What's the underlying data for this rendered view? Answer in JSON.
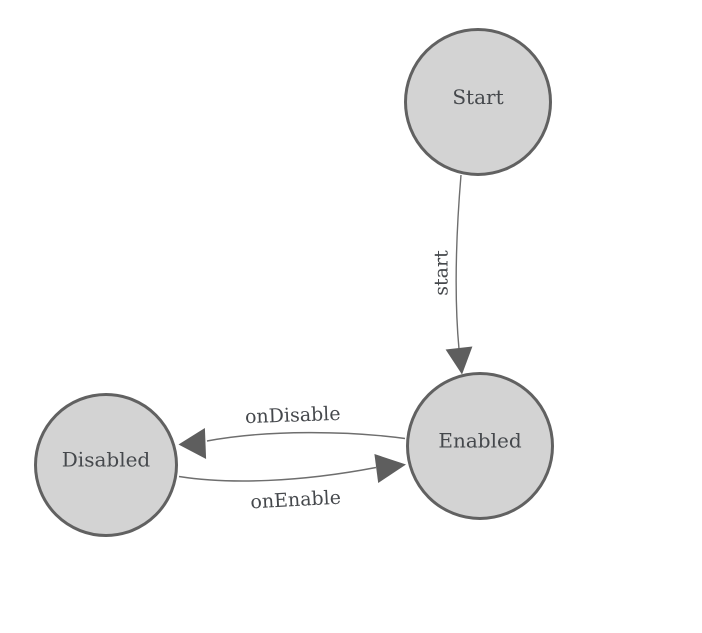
{
  "diagram": {
    "type": "state-machine",
    "background_color": "#ffffff",
    "node_fill_color": "#d3d3d3",
    "node_border_color": "#616161",
    "edge_line_color": "#6e6e6e",
    "arrowhead_color": "#5e5e5e",
    "label_color": "#45484c",
    "nodes": [
      {
        "id": "start",
        "label": "Start"
      },
      {
        "id": "enabled",
        "label": "Enabled"
      },
      {
        "id": "disabled",
        "label": "Disabled"
      }
    ],
    "edges": [
      {
        "from": "Start",
        "to": "Enabled",
        "label": "start"
      },
      {
        "from": "Enabled",
        "to": "Disabled",
        "label": "onDisable"
      },
      {
        "from": "Disabled",
        "to": "Enabled",
        "label": "onEnable"
      }
    ]
  }
}
